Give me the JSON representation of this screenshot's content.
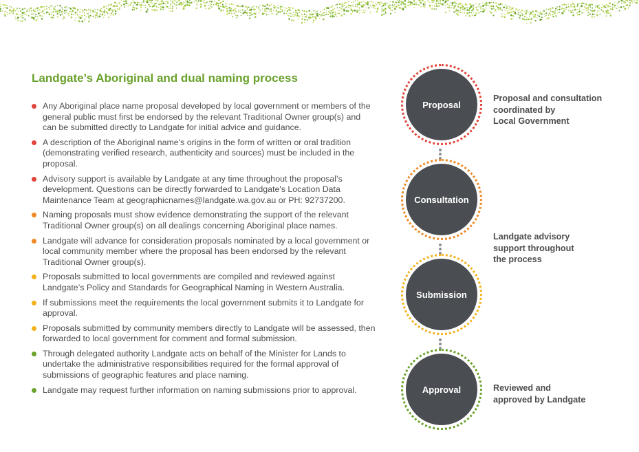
{
  "title": "Landgate’s Aboriginal and dual naming process",
  "bullets": [
    {
      "text": "Any Aboriginal place name proposal developed by local government or members of the general public must first be endorsed by the relevant Traditional Owner group(s) and can be submitted directly to Landgate for initial advice and guidance.",
      "color": "#e0443a"
    },
    {
      "text": "A description of the Aboriginal name's origins in the form of written or oral tradition (demonstrating verified research, authenticity and sources) must be included in the proposal.",
      "color": "#e0443a"
    },
    {
      "text": "Advisory support is available by Landgate at any time throughout the proposal’s development. Questions can be directly forwarded to Landgate's Location Data Maintenance Team at geographicnames@landgate.wa.gov.au or PH: 92737200.",
      "color": "#e0443a"
    },
    {
      "text": "Naming proposals must show evidence demonstrating the support of the relevant Traditional Owner group(s) on all dealings concerning Aboriginal place names.",
      "color": "#ee8a25"
    },
    {
      "text": "Landgate will advance for consideration proposals nominated by a local government or local community member where the proposal has been endorsed by the relevant Traditional Owner group(s).",
      "color": "#ee8a25"
    },
    {
      "text": "Proposals submitted to local governments are compiled and reviewed against Landgate’s Policy and Standards for Geographical Naming in Western Australia.",
      "color": "#f2b21c"
    },
    {
      "text": "If submissions meet the requirements the local government submits it to Landgate for approval.",
      "color": "#f2b21c"
    },
    {
      "text": "Proposals submitted by community members directly to Landgate will be assessed, then forwarded to local government for comment and formal submission.",
      "color": "#f2b21c"
    },
    {
      "text": "Through delegated authority Landgate acts on behalf of the Minister for Lands to undertake the administrative responsibilities required for the formal approval of submissions of geographic features and place naming.",
      "color": "#6aa22c"
    },
    {
      "text": "Landgate may request further information on naming submissions prior to approval.",
      "color": "#6aa22c"
    }
  ],
  "steps": [
    {
      "label": "Proposal",
      "ring_color": "#e0443a"
    },
    {
      "label": "Consultation",
      "ring_color": "#ee8a25"
    },
    {
      "label": "Submission",
      "ring_color": "#f2b21c"
    },
    {
      "label": "Approval",
      "ring_color": "#6aa22c"
    }
  ],
  "side_notes": {
    "proposal": "Proposal and consultation\ncoordinated by\nLocal Government",
    "advisory": "Landgate advisory\nsupport throughout\nthe process",
    "approval": "Reviewed and\napproved by Landgate"
  },
  "colors": {
    "accent_green": "#6aa22c",
    "circle_fill": "#4a4d52",
    "text": "#4d4d4d"
  }
}
